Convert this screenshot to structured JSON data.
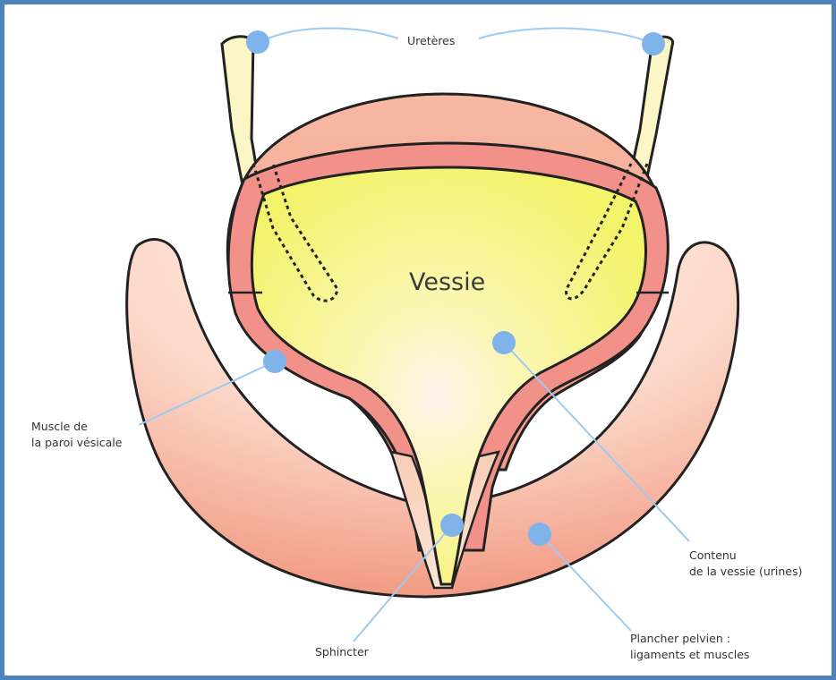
{
  "diagram": {
    "title": "Vessie",
    "labels": {
      "ureteres": "Uretères",
      "muscle_line1": "Muscle de",
      "muscle_line2": "la paroi vésicale",
      "contenu_line1": "Contenu",
      "contenu_line2": "de la vessie (urines)",
      "sphincter": "Sphincter",
      "plancher_line1": "Plancher pelvien :",
      "plancher_line2": "ligaments et muscles"
    },
    "colors": {
      "frame": "#4f81bd",
      "muscle_wall": "#f2908a",
      "muscle_outer": "#f4a98e",
      "urine": "#f3f47c",
      "ureter": "#fbf6c6",
      "marker": "#7fb3ea",
      "leader_line": "#9ccaf0"
    }
  }
}
